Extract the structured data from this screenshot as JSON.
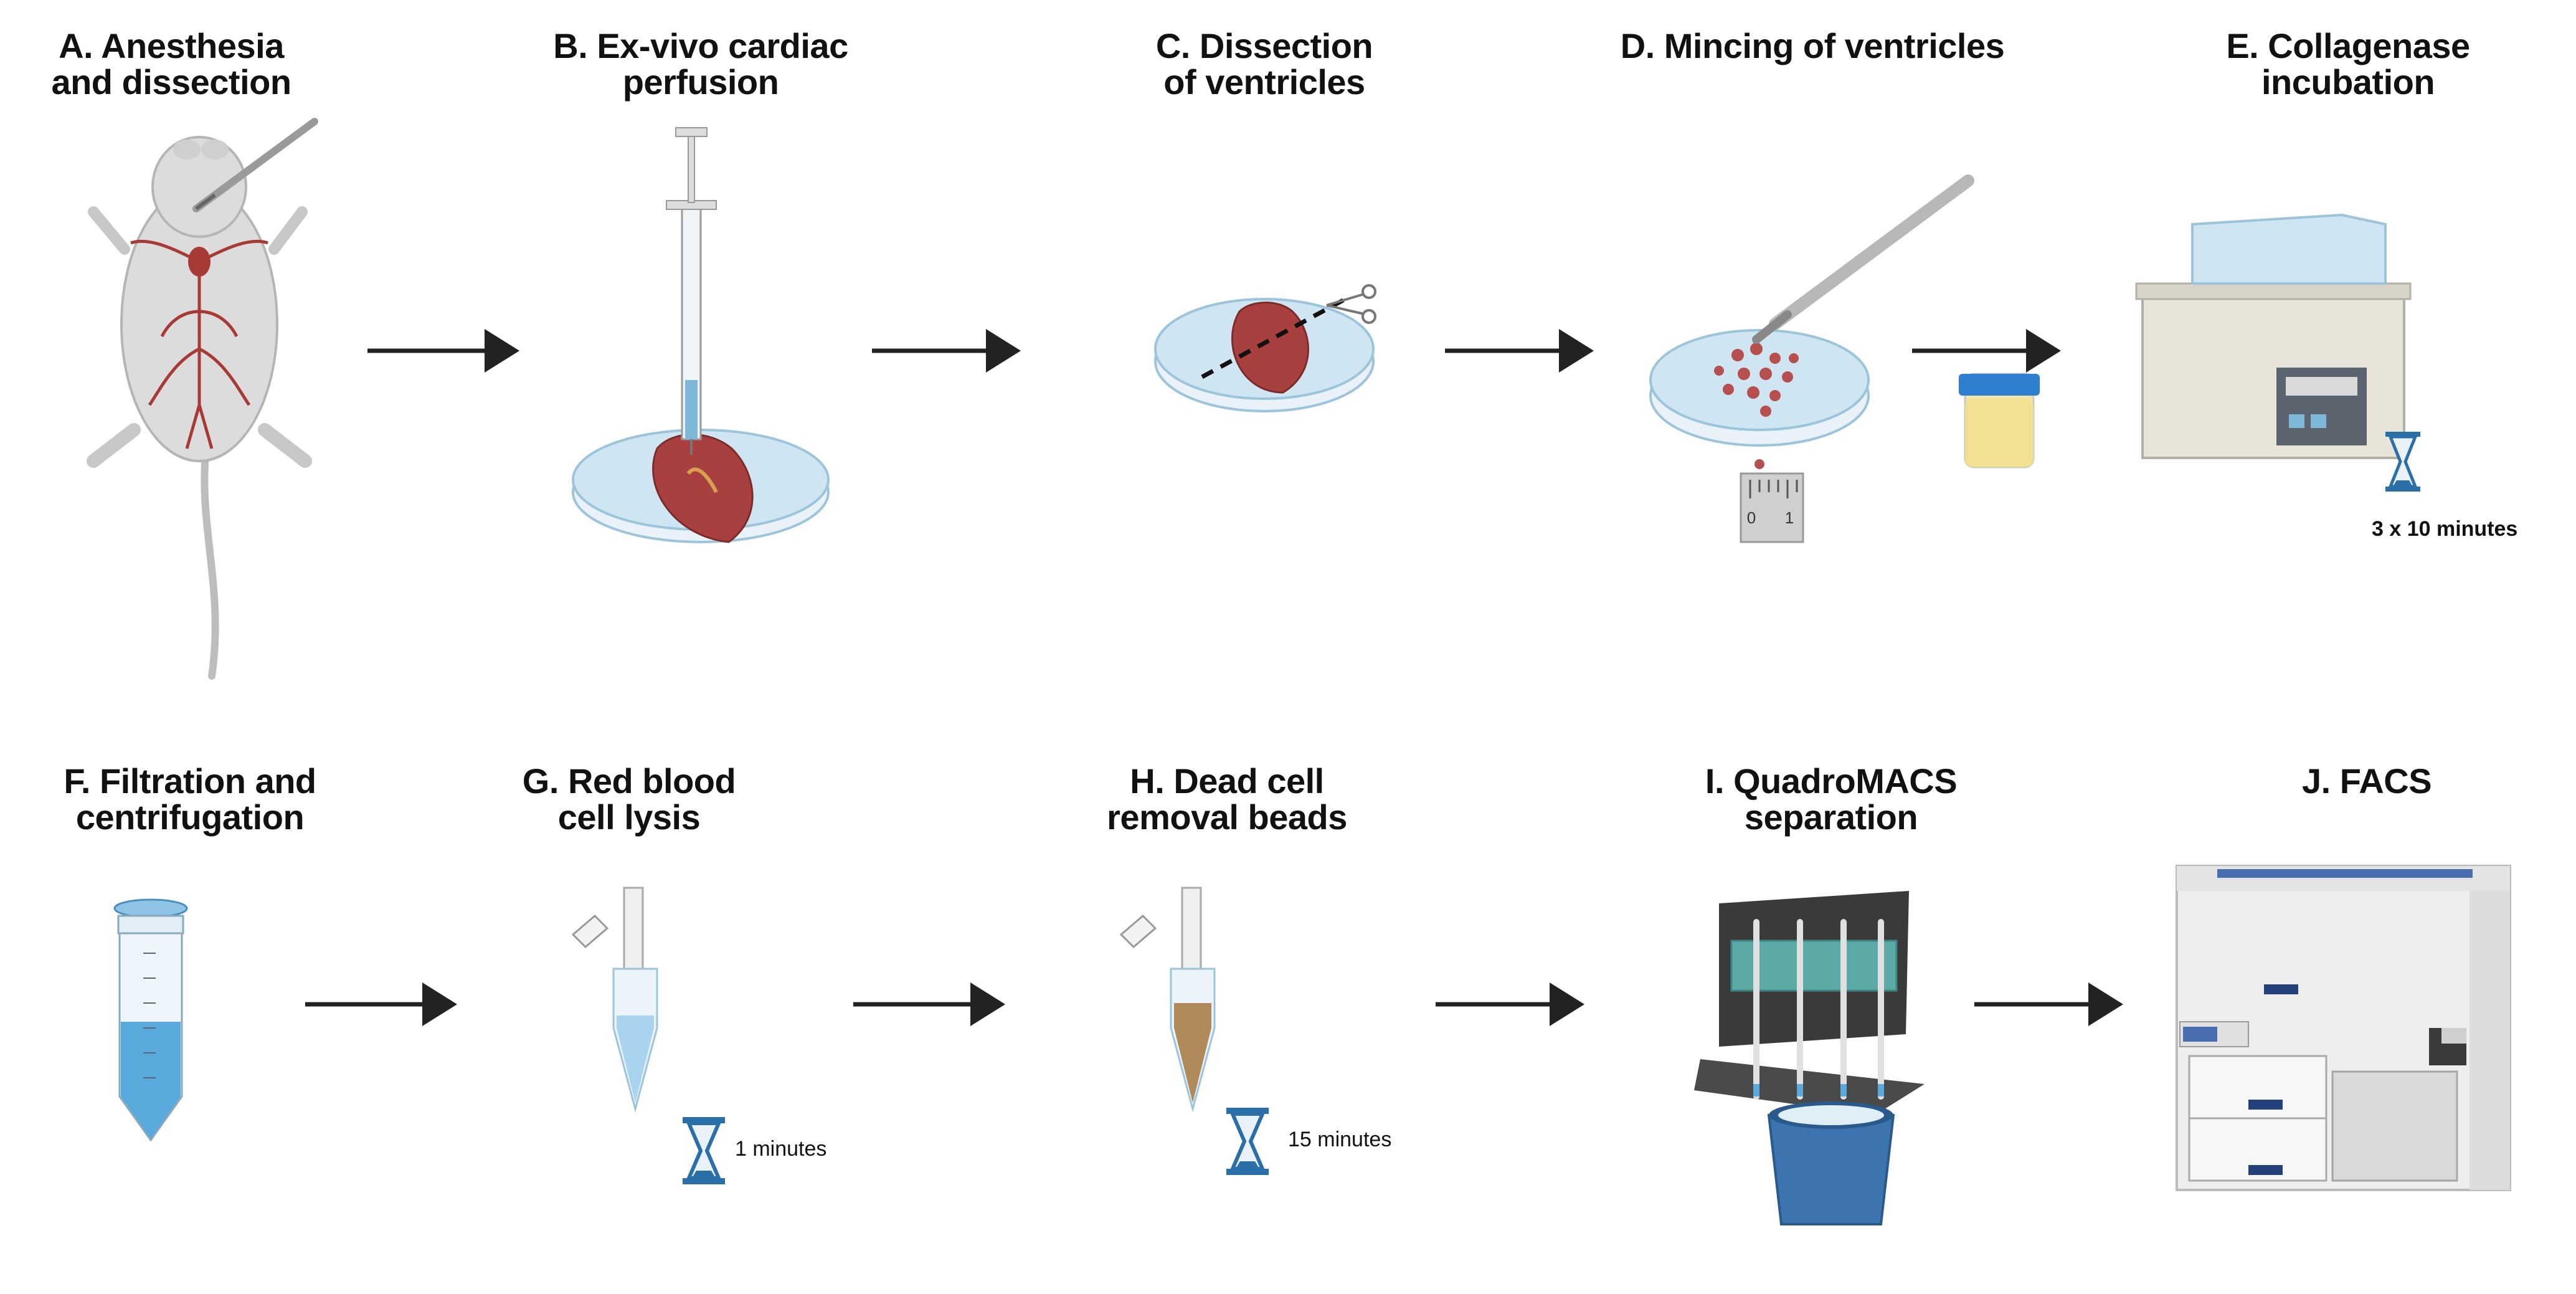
{
  "steps": [
    {
      "line1": "A. Anesthesia",
      "line2": "and dissection",
      "icon": "mouse-icon"
    },
    {
      "line1": "B. Ex-vivo cardiac",
      "line2": "perfusion",
      "icon": "syringe-heart-dish-icon"
    },
    {
      "line1": "C. Dissection",
      "line2": "of ventricles",
      "icon": "heart-dish-scissors-icon"
    },
    {
      "line1": "D. Mincing of ventricles",
      "line2": "",
      "icon": "minced-tissue-dish-icon"
    },
    {
      "line1": "E. Collagenase",
      "line2": "incubation",
      "icon": "water-bath-icon"
    },
    {
      "line1": "F. Filtration and",
      "line2": "centrifugation",
      "icon": "conical-tube-icon"
    },
    {
      "line1": "G.  Red blood",
      "line2": "cell lysis",
      "icon": "lysis-tube-icon"
    },
    {
      "line1": "H.  Dead cell",
      "line2": "removal beads",
      "icon": "bead-tube-icon"
    },
    {
      "line1": "I. QuadroMACS",
      "line2": "separation",
      "icon": "quadromacs-separator-icon"
    },
    {
      "line1": "J. FACS",
      "line2": "",
      "icon": "flow-cytometer-icon"
    }
  ],
  "notes": {
    "ruler_zero": "0",
    "ruler_one": "1",
    "incubation_time": "3 x 10 minutes",
    "lysis_time": "1 minutes",
    "beads_time": "15 minutes"
  },
  "colors": {
    "arrow": "#222222",
    "heart": "#a8403f",
    "dish_liquid": "#cfe6f2",
    "tube_blue": "#5aa9dc",
    "hourglass": "#2a6fa8",
    "sand": "#b08a5a",
    "teal": "#5fb7b2",
    "machine_grey": "#e7e7e7"
  }
}
